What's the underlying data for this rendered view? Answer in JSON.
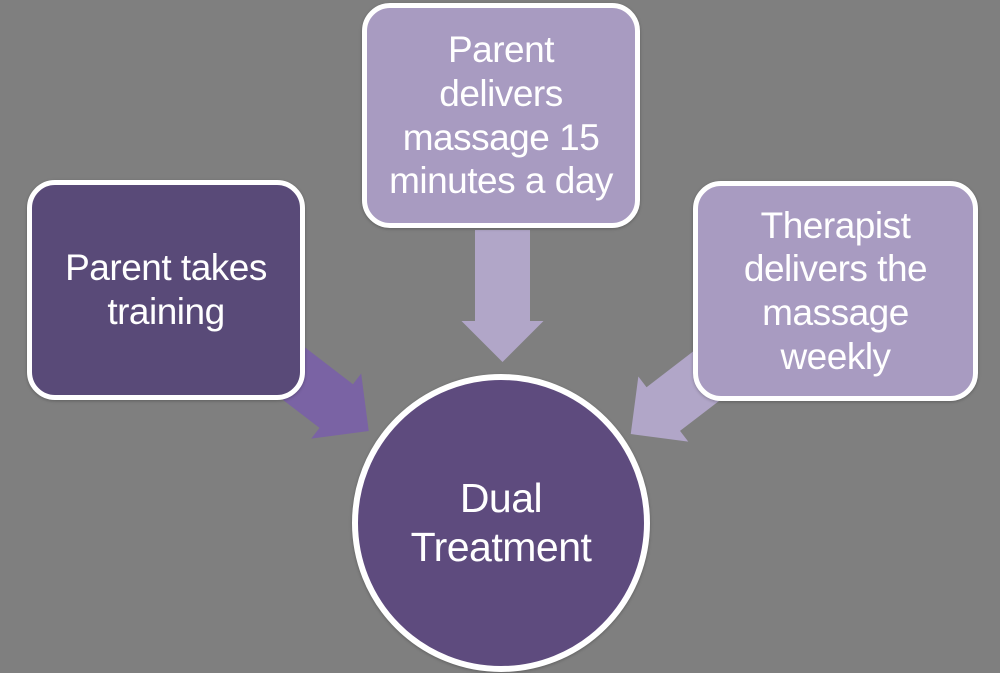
{
  "colors": {
    "background": "#7f7f7f",
    "dark-node": "#594a78",
    "light-node": "#a89bc1",
    "circle-node": "#5e4b7e",
    "arrow-dark": "#7a63a4",
    "arrow-light": "#b1a6c8",
    "border": "#ffffff",
    "text": "#ffffff"
  },
  "nodes": {
    "parent_training": {
      "label": "Parent takes training",
      "lines": [
        "Parent takes",
        "training"
      ]
    },
    "parent_massage": {
      "label": "Parent delivers massage 15 minutes a day",
      "lines": [
        "Parent",
        "delivers",
        "massage 15",
        "minutes a day"
      ]
    },
    "therapist_massage": {
      "label": "Therapist delivers the massage weekly",
      "lines": [
        "Therapist",
        "delivers the",
        "massage",
        "weekly"
      ]
    },
    "dual_treatment": {
      "label": "Dual Treatment",
      "lines": [
        "Dual",
        "Treatment"
      ]
    }
  }
}
